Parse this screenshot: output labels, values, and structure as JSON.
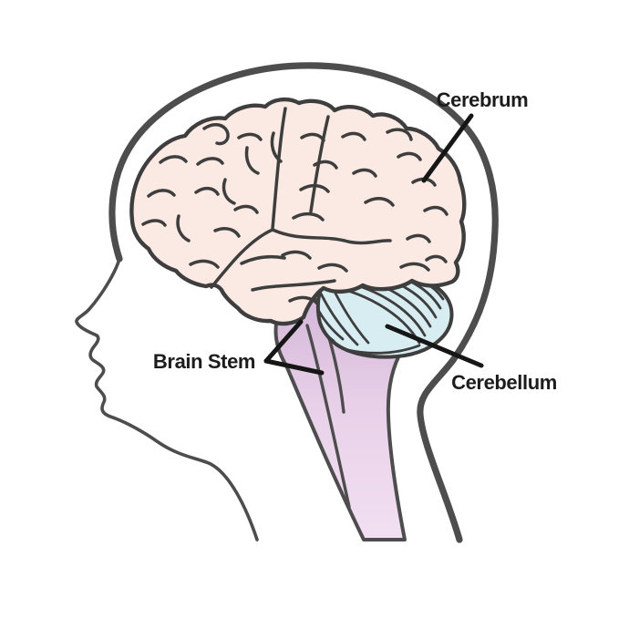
{
  "figure": {
    "type": "labeled-anatomy-diagram",
    "labels": {
      "cerebrum": "Cerebrum",
      "brain_stem": "Brain Stem",
      "cerebellum": "Cerebellum"
    },
    "colors": {
      "background": "#ffffff",
      "outline": "#4d4d4d",
      "brain_outline": "#3e3e3e",
      "cerebrum_fill": "#fbeae4",
      "cerebellum_fill": "#d8edf2",
      "brainstem_fill": "#d7badb",
      "brainstem_fade": "#e9d2e9",
      "spinal_cord_fill": "#f2dff2",
      "pointer_line": "#161616",
      "label_text": "#1c1c1c"
    }
  }
}
